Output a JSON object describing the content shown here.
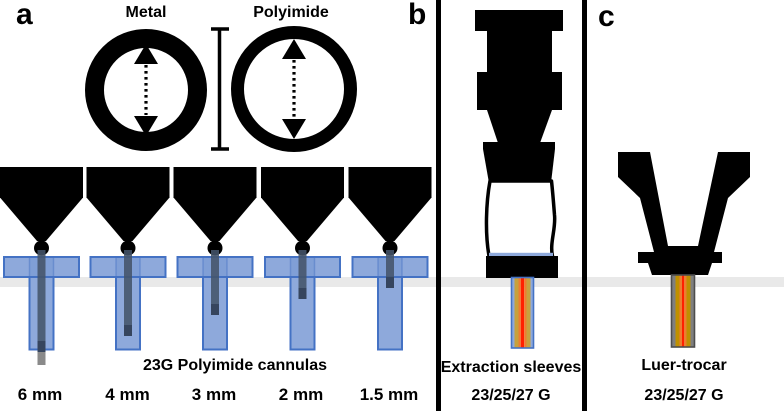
{
  "panel_labels": {
    "a": "a",
    "b": "b",
    "c": "c"
  },
  "panel_a": {
    "metal_label": "Metal",
    "polyimide_label": "Polyimide",
    "caption": "23G Polyimide cannulas",
    "cannula_lengths": [
      "6 mm",
      "4 mm",
      "3 mm",
      "2 mm",
      "1.5 mm"
    ]
  },
  "panel_b": {
    "title": "Extraction sleeves",
    "gauge": "23/25/27 G"
  },
  "panel_c": {
    "title": "Luer-trocar",
    "gauge": "23/25/27 G"
  },
  "colors": {
    "ink": "#000000",
    "surface_band": "#E9E9E9",
    "tube_fill": "#8EA9DB",
    "tube_border": "#4472C4",
    "needle_dark": "#44546A",
    "needle_tip": "#36455E",
    "needle_gray": "#8A8A8A",
    "cannula_gold_b": "#C7A13D",
    "cannula_gold_c": "#BF9000",
    "cannula_orange": "#ED7D31",
    "cannula_red": "#FF2000",
    "cannula_gray": "#7F7F7F"
  }
}
